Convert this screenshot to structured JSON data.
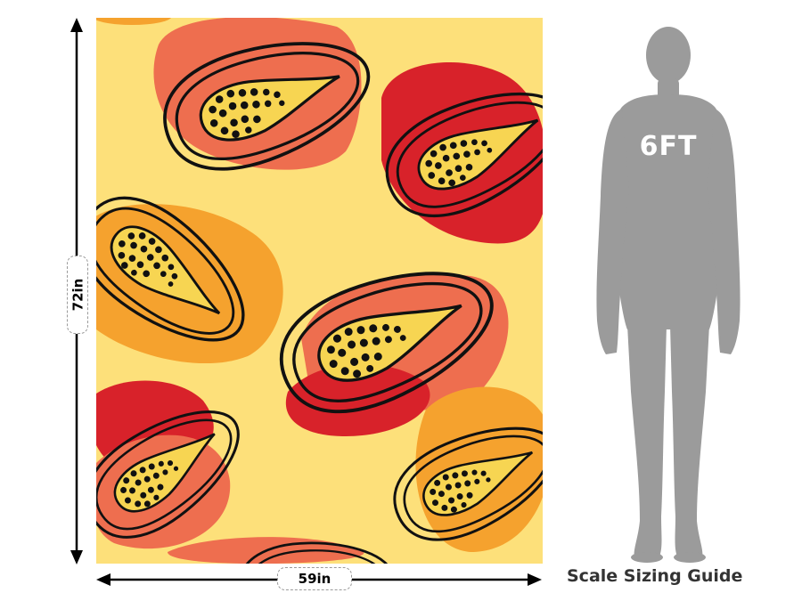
{
  "panel": {
    "height_label": "72in",
    "width_label": "59in"
  },
  "figure": {
    "height_text": "6FT"
  },
  "guide": {
    "title": "Scale Sizing Guide"
  },
  "colors": {
    "background_yellow": "#FDE07A",
    "orange": "#F5A22E",
    "coral": "#EE6E4F",
    "red": "#D8222A",
    "seed_yellow": "#F7D552",
    "outline": "#111111",
    "silhouette": "#9B9B9B"
  },
  "icons": [
    "papaya-icon",
    "person-silhouette-icon",
    "arrow-icon"
  ]
}
